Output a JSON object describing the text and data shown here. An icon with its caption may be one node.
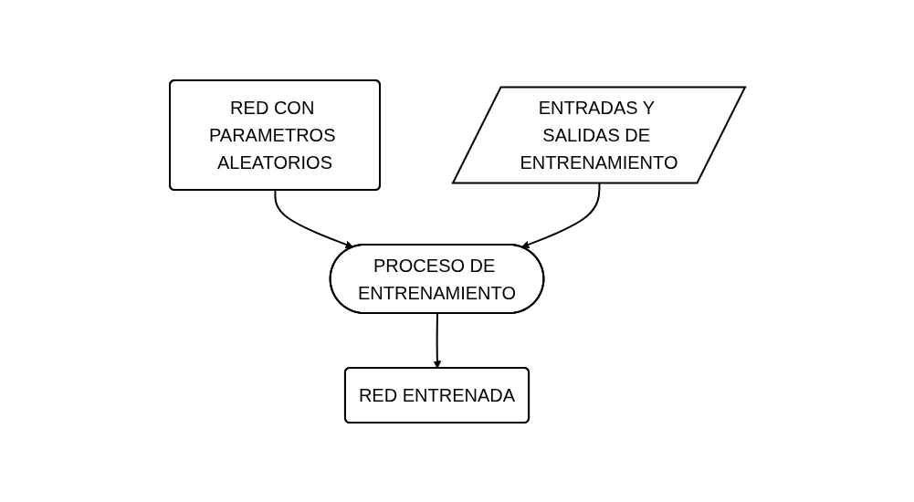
{
  "diagram": {
    "nodes": [
      {
        "text": [
          "RED CON PARAMETROS ALEATORIOS"
        ]
      },
      {
        "text": [
          "PROCESO DE ENTRENAMIENTO"
        ]
      },
      {
        "text": [
          "ENTRADAS Y SALIDAS DE ENTRENAMIENTO"
        ]
      },
      {
        "text": [
          "RED ENTRENADA"
        ]
      }
    ],
    "edges": [
      {
        "from": 0,
        "to": 1,
        "arrow": "to"
      },
      {
        "from": 2,
        "to": 1,
        "arrow": "to"
      },
      {
        "from": 1,
        "to": 3,
        "arrow": "to"
      }
    ]
  }
}
